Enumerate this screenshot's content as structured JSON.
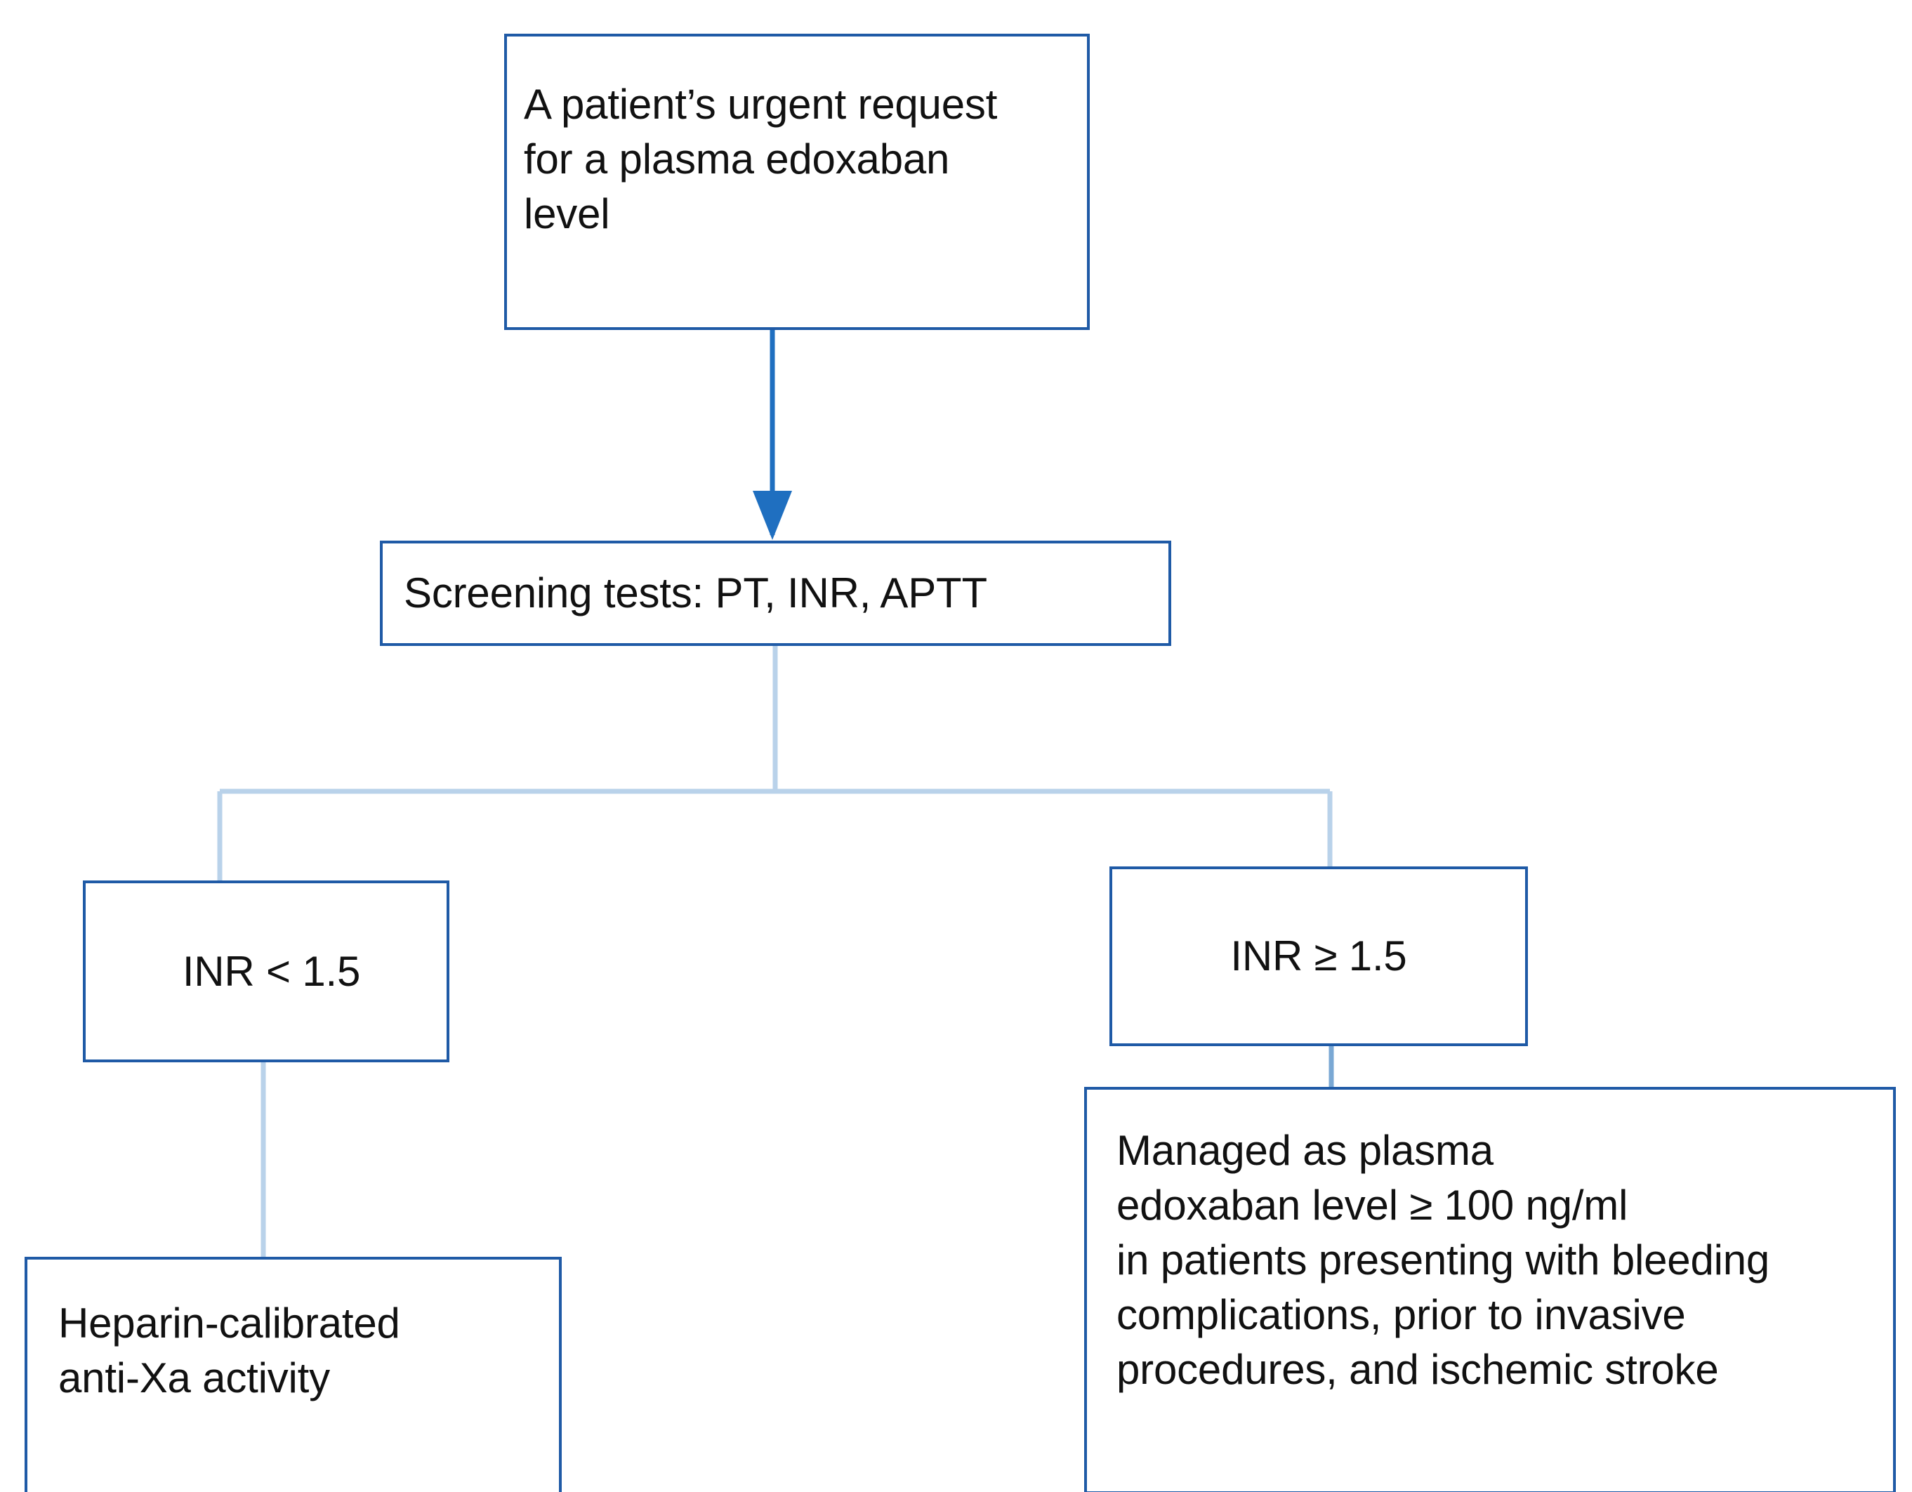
{
  "diagram": {
    "title": "Edoxaban urgent plasma level assessment flowchart",
    "colors": {
      "box_border": "#1f5aa6",
      "arrow": "#1f6fc0",
      "branch_line": "#b9d2ea",
      "text": "#111111",
      "background": "#ffffff"
    },
    "nodes": [
      {
        "id": "request",
        "name": "patient-request-box",
        "text": "A patient’s urgent request\nfor a plasma edoxaban\nlevel"
      },
      {
        "id": "screening",
        "name": "screening-tests-box",
        "text": "Screening tests: PT, INR, APTT"
      },
      {
        "id": "inr_low",
        "name": "inr-low-box",
        "text": "INR < 1.5"
      },
      {
        "id": "inr_high",
        "name": "inr-high-box",
        "text": "INR  ≥ 1.5"
      },
      {
        "id": "heparin",
        "name": "heparin-anti-xa-box",
        "text": "Heparin-calibrated\nanti-Xa activity"
      },
      {
        "id": "managed",
        "name": "managed-as-plasma-box",
        "text": "Managed as plasma\nedoxaban level  ≥ 100 ng/ml\nin patients presenting with bleeding\ncomplications, prior to invasive\nprocedures, and ischemic stroke"
      }
    ],
    "edges": [
      {
        "name": "request-to-screening",
        "from": "request",
        "to": "screening",
        "style": "arrow"
      },
      {
        "name": "screening-to-branch",
        "from": "screening",
        "to": "branch",
        "style": "line"
      },
      {
        "name": "branch-to-inr-low",
        "from": "branch",
        "to": "inr_low",
        "style": "line"
      },
      {
        "name": "branch-to-inr-high",
        "from": "branch",
        "to": "inr_high",
        "style": "line"
      },
      {
        "name": "inr-low-to-heparin",
        "from": "inr_low",
        "to": "heparin",
        "style": "line"
      },
      {
        "name": "inr-high-to-managed",
        "from": "inr_high",
        "to": "managed",
        "style": "line"
      }
    ]
  }
}
